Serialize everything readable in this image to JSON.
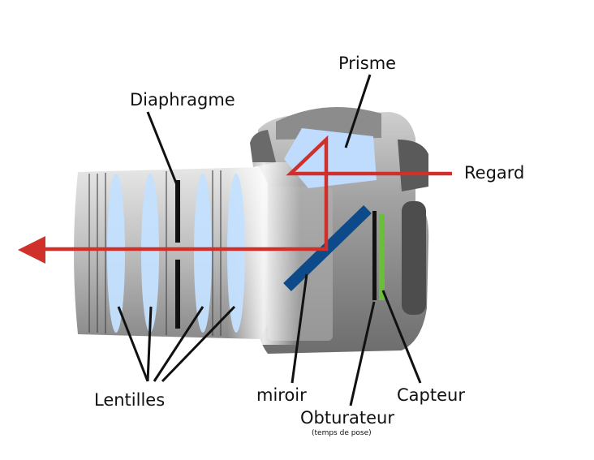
{
  "labels": {
    "prism": "Prisme",
    "diaphragm": "Diaphragme",
    "view": "Regard",
    "lenses": "Lentilles",
    "mirror": "miroir",
    "sensor": "Capteur",
    "shutter": "Obturateur",
    "shutter_note": "(temps de pose)"
  },
  "colors": {
    "light_path": "#d0302a",
    "mirror": "#0d4a8a",
    "sensor": "#6abf3a",
    "shutter": "#111111",
    "prism": "#bfdcff",
    "lens": "#c4e0ff",
    "camera_body": "#9a9a9a",
    "leader_lines": "#111111"
  }
}
